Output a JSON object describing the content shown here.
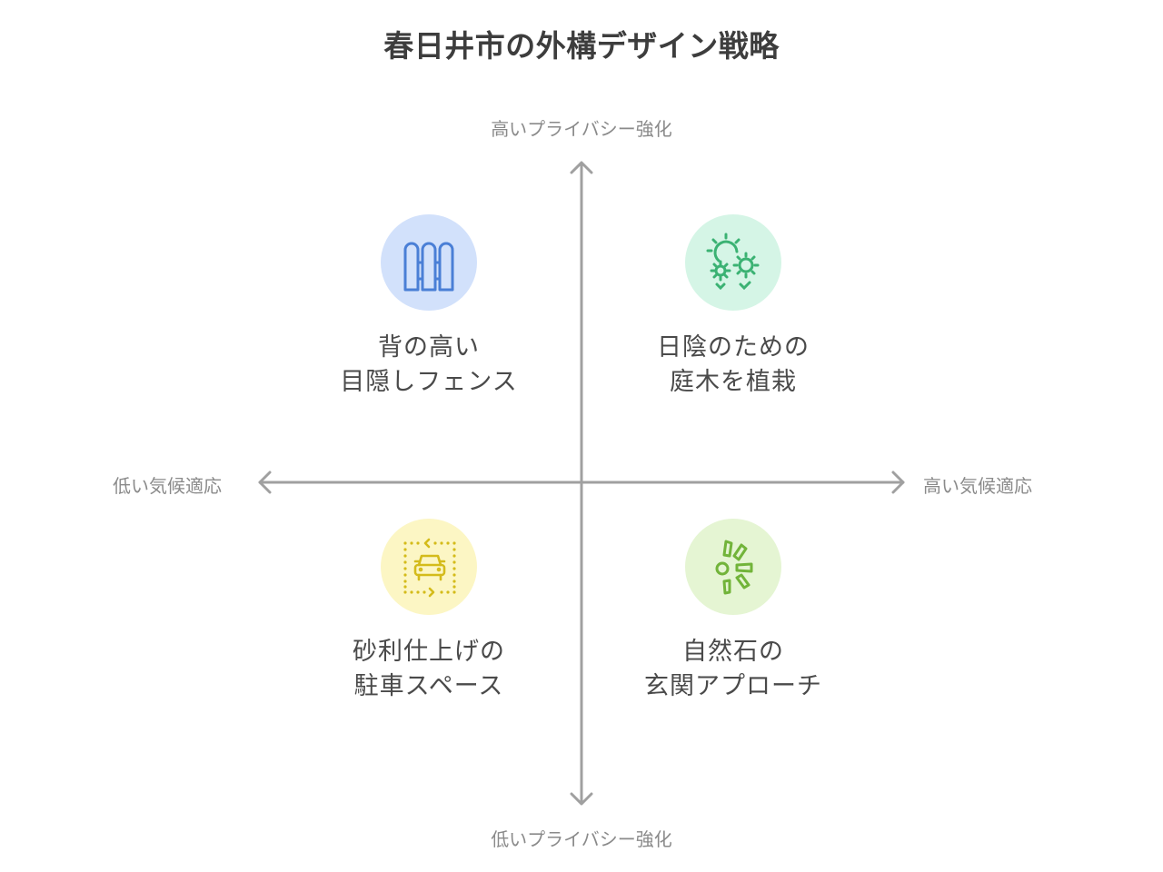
{
  "title": "春日井市の外構デザイン戦略",
  "axes": {
    "y_top": "高いプライバシー強化",
    "y_bottom": "低いプライバシー強化",
    "x_left": "低い気候適応",
    "x_right": "高い気候適応"
  },
  "quadrants": [
    {
      "position": "top-left",
      "line1": "背の高い",
      "line2": "目隠しフェンス",
      "icon": "fence-icon",
      "circle_color": "#d2e1fb",
      "icon_color": "#4a7fd6"
    },
    {
      "position": "top-right",
      "line1": "日陰のための",
      "line2": "庭木を植栽",
      "icon": "sun-flowers-icon",
      "circle_color": "#d5f5e6",
      "icon_color": "#3bb273"
    },
    {
      "position": "bottom-left",
      "line1": "砂利仕上げの",
      "line2": "駐車スペース",
      "icon": "parking-car-icon",
      "circle_color": "#fcf6c4",
      "icon_color": "#d4bb1a"
    },
    {
      "position": "bottom-right",
      "line1": "自然石の",
      "line2": "玄関アプローチ",
      "icon": "stones-icon",
      "circle_color": "#e5f5d3",
      "icon_color": "#72b43a"
    }
  ],
  "colors": {
    "axis": "#a0a0a0",
    "title": "#3d3d3d",
    "axis_label": "#8a8a8a",
    "quadrant_label": "#4a4a4a"
  }
}
